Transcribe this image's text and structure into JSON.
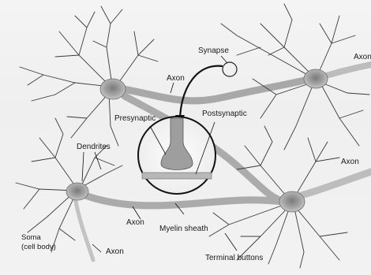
{
  "labels": {
    "synapse": "Synapse",
    "axon_top_right": "Axon",
    "axon_center": "Axon",
    "presynaptic": "Presynaptic",
    "postsynaptic": "Postsynaptic",
    "dendrites": "Dendrites",
    "axon_right": "Axon",
    "axon_bottom_center": "Axon",
    "myelin_sheath": "Myelin sheath",
    "soma_line1": "Soma",
    "soma_line2": "(cell body)",
    "axon_bottom_left": "Axon",
    "terminal_buttons": "Terminal buttons"
  }
}
